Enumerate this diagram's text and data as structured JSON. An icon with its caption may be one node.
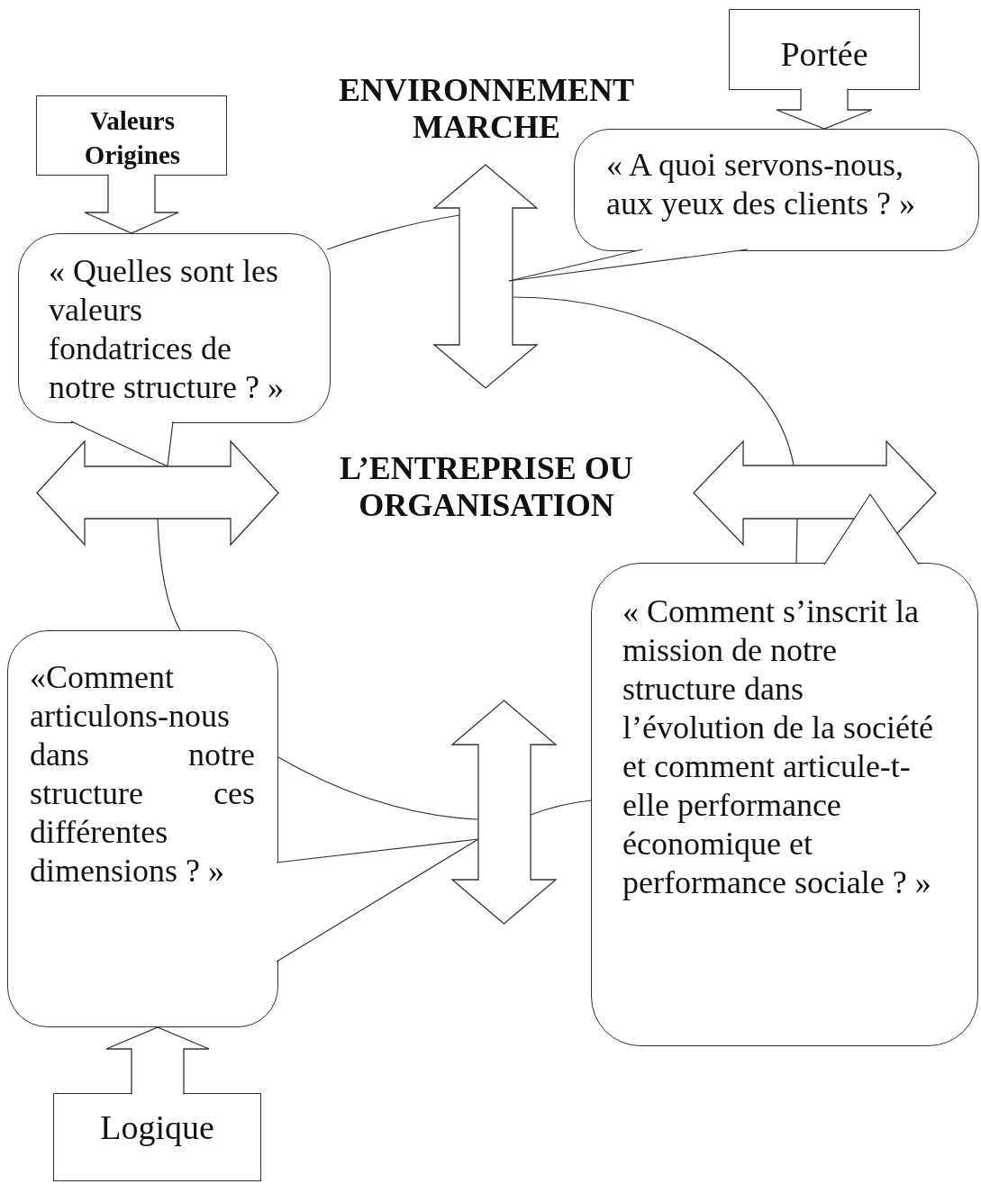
{
  "diagram": {
    "nodes": [
      {
        "text": [
          "Valeurs Origines"
        ]
      },
      {
        "text": [
          "Portée"
        ]
      },
      {
        "text": [
          "« Quelles sont les valeurs fondatrices de notre structure ? »"
        ]
      },
      {
        "text": [
          "« A quoi servons-nous, aux yeux des clients ? »"
        ]
      },
      {
        "text": [
          "«Comment articulons-nous dans notre structure ces différentes dimensions ? »"
        ]
      },
      {
        "text": [
          "« Comment s’inscrit la mission de notre structure dans l’évolution de la société et comment articule-t-elle performance économique et performance sociale ? »"
        ]
      },
      {
        "text": [
          "Logique"
        ]
      },
      {
        "text": [],
        "shape": "arrow"
      },
      {
        "text": [],
        "shape": "arrow"
      },
      {
        "text": [],
        "shape": "arrow"
      },
      {
        "text": [],
        "shape": "arrow"
      }
    ],
    "edges": [
      {
        "from": 0,
        "to": 2,
        "arrow": "to"
      },
      {
        "from": 1,
        "to": 3,
        "arrow": "to"
      },
      {
        "from": 6,
        "to": 4,
        "arrow": "to"
      },
      {
        "from": 2,
        "to": 7,
        "arrow": "none"
      },
      {
        "from": 7,
        "to": 9,
        "arrow": "none"
      },
      {
        "from": 9,
        "to": 5,
        "arrow": "none"
      },
      {
        "from": 8,
        "to": 4,
        "arrow": "none"
      },
      {
        "from": 4,
        "to": 10,
        "arrow": "none"
      },
      {
        "from": 5,
        "to": 10,
        "arrow": "none"
      },
      {
        "from": 2,
        "to": 8,
        "arrow": "none"
      },
      {
        "from": 3,
        "to": 7,
        "arrow": "none"
      },
      {
        "from": 5,
        "to": 9,
        "arrow": "none"
      },
      {
        "from": 4,
        "to": 10,
        "arrow": "none"
      }
    ],
    "labels": [
      "ENVIRONNEMENT MARCHE",
      "L’ENTREPRISE OU ORGANISATION"
    ]
  }
}
